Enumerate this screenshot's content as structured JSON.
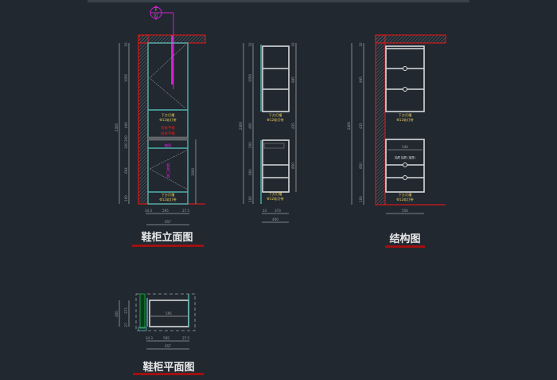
{
  "drawing": {
    "tag": {
      "top": "P",
      "bottom": "01"
    },
    "titles": {
      "elevation": "鞋柜立面图",
      "structure": "结构图",
      "plan": "鞋柜平面图"
    },
    "colors": {
      "background": "#212830",
      "wall": "#d01818",
      "cabinet": "#4fb3ad",
      "annotation": "#e6c85a",
      "leader": "#d020d0"
    },
    "elevation": {
      "total_height": "2400",
      "segments": [
        "10",
        "1050",
        "400",
        "200",
        "100",
        "664",
        "100"
      ],
      "right_dim": "1000",
      "bottom_dims": [
        "34.3",
        "595",
        "27.5"
      ],
      "overall_width": "657",
      "notes_upper": [
        "下方灯槽",
        "Φ12软灯带"
      ],
      "notes_red": [
        "背板平板",
        "层板平板"
      ],
      "note_drawer": "抽屉",
      "note_vertical": "鞋柜门板",
      "notes_lower": [
        "下方灯槽",
        "Φ12软灯带"
      ]
    },
    "side": {
      "total_height": "2400",
      "segments": [
        "10",
        "1050",
        "400",
        "200",
        "664",
        "100"
      ],
      "right_segments": [
        "10",
        "995",
        "435",
        "850"
      ],
      "bottom_dims": [
        "33",
        "373"
      ],
      "overall_width": "400",
      "notes_upper": [
        "下方灯槽",
        "Φ12软灯带"
      ],
      "notes_lower": [
        "下方灯槽",
        "Φ12软灯带"
      ]
    },
    "structure": {
      "total_height": "2400",
      "segments": [
        "10",
        "995",
        "435",
        "850",
        "100"
      ],
      "inner_width": "540",
      "drawer_note": "抽屉 抽屉 (抽屉)",
      "width": "556",
      "notes_upper": [
        "下方灯槽",
        "Φ12软灯带"
      ],
      "notes_lower": [
        "下方灯槽",
        "Φ12软灯带"
      ]
    },
    "plan": {
      "depth": "400",
      "segments": [
        "373",
        "27"
      ],
      "inner_width": "595",
      "bottom_dims": [
        "34.3",
        "595",
        "27.5"
      ],
      "overall_width": "657"
    }
  }
}
